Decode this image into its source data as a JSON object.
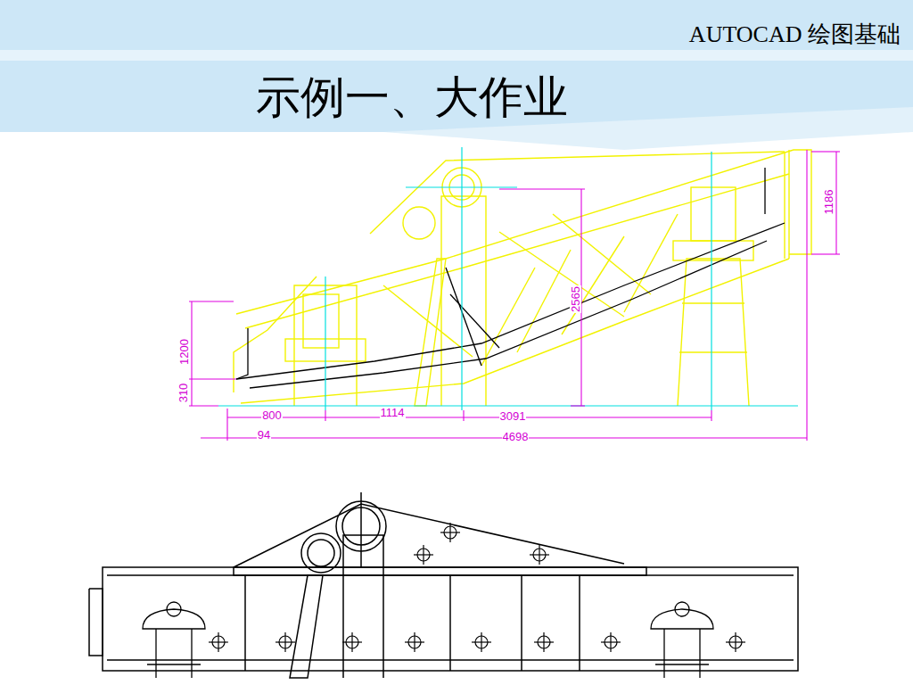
{
  "diagram": {
    "title": "示例一、大作业",
    "labels": [
      "AUTOCAD 绘图基础",
      "1186",
      "2565",
      "1200",
      "310",
      "800",
      "1114",
      "3091",
      "94",
      "4698"
    ]
  }
}
